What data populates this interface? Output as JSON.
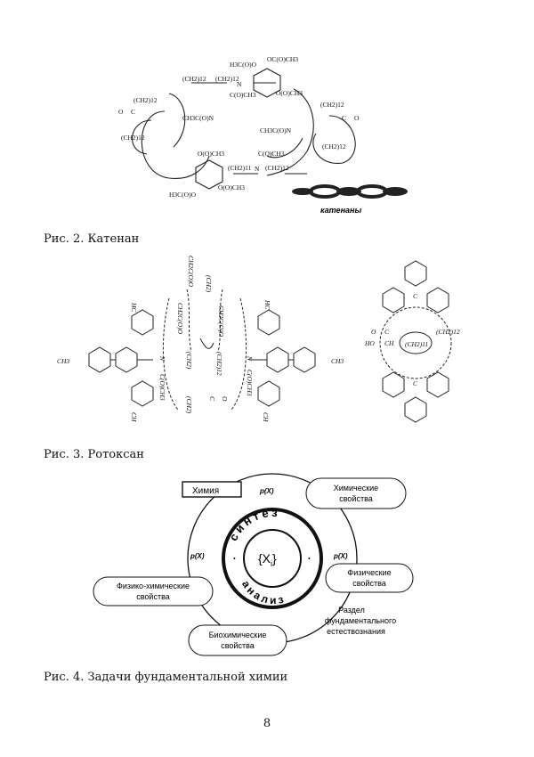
{
  "fig2": {
    "caption": "Рис. 2. Катенан",
    "chain_label": "катенаны",
    "formula": {
      "ring_a_top": "(CH2)12",
      "n_top": "N",
      "ring_b_top": "(CH2)12",
      "h3c_top": "H3C(O)O",
      "oac_top": "OC(O)CH3",
      "coch3_a": "C(O)CH3",
      "oac_mid": "O(O)CH3",
      "ch2_left": "(CH2)12",
      "c_left": "C",
      "o_left": "O",
      "ch2_left2": "(CH2)12",
      "ch3con": "CH3C(O)N",
      "ch2_right": "(CH2)12",
      "c_right": "C",
      "o_right": "O",
      "ch2_right2": "(CH2)12",
      "ch3con_b": "CH3C(O)N",
      "coch3_b": "C(O)CH3",
      "oac_bot1": "O(O)CH3",
      "ch2_bot": "(CH2)11",
      "n_bot": "N",
      "ch2_bot2": "(CH2)12",
      "h3c_bot": "H3C(O)O",
      "oac_bot2": "O(O)CH3"
    }
  },
  "fig3": {
    "caption": "Рис. 3. Ротоксан",
    "left": {
      "ch3_left": "CH3",
      "ch3_right": "CH3",
      "hc": "HC",
      "hc_right": "HC",
      "ch_bot": "CH",
      "ch_bot_right": "CH",
      "ch2co": "CH2C(O)O",
      "ch2a": "(CH2)",
      "ch2c_o": "CH2C(O)O",
      "ch2c_o2": "CH2C(O)O",
      "ch2b": "(CH2)",
      "ch2_12": "(CH2)12",
      "n_left": "N",
      "c_o_n": "C(O)CH3",
      "n_right": "N",
      "c_o_ch3": "C(O)CH3",
      "ch2_bot": "(CH2)",
      "c1": "C",
      "o1": "O"
    },
    "right": {
      "c_top": "C",
      "o": "O",
      "c_mid": "C",
      "ho": "HO",
      "ch": "CH",
      "ch2_inner": "(CH2)11",
      "ch2_outer": "(CH2)12",
      "c_bot": "C"
    }
  },
  "fig4": {
    "caption": "Рис. 4. Задачи фундаментальной химии",
    "box_label": "Химия",
    "p_label": "p(X)",
    "synthesis": "синтез",
    "analysis": "анализ",
    "center": "{X",
    "center_sub": "i",
    "center_end": "}",
    "dot": "•",
    "props": {
      "chemical": [
        "Химические",
        "свойства"
      ],
      "physical": [
        "Физические",
        "свойства"
      ],
      "physchem": [
        "Физико-химические",
        "свойства"
      ],
      "biochem": [
        "Биохимические",
        "свойства"
      ]
    },
    "section": [
      "Раздел",
      "фундаментального",
      "естествознания"
    ]
  },
  "page_number": "8"
}
